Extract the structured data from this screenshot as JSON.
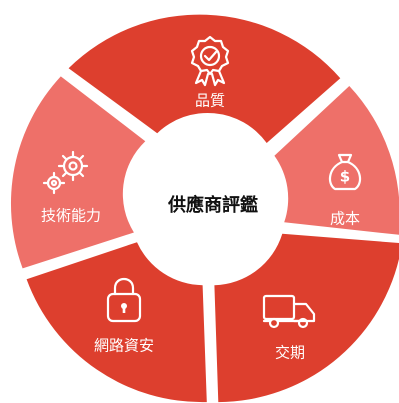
{
  "diagram": {
    "center_label": "供應商評鑑",
    "segments": [
      {
        "id": "quality",
        "label": "品質",
        "icon": "award-rosette-icon",
        "tone": "dark"
      },
      {
        "id": "cost",
        "label": "成本",
        "icon": "money-bag-icon",
        "tone": "light"
      },
      {
        "id": "delivery",
        "label": "交期",
        "icon": "truck-icon",
        "tone": "dark"
      },
      {
        "id": "security",
        "label": "網路資安",
        "icon": "padlock-icon",
        "tone": "dark"
      },
      {
        "id": "capability",
        "label": "技術能力",
        "icon": "gears-icon",
        "tone": "light"
      }
    ],
    "colors": {
      "dark": "#DD3F2E",
      "light": "#EE7069",
      "center": "#FFFFFF",
      "text": "#111111"
    }
  }
}
